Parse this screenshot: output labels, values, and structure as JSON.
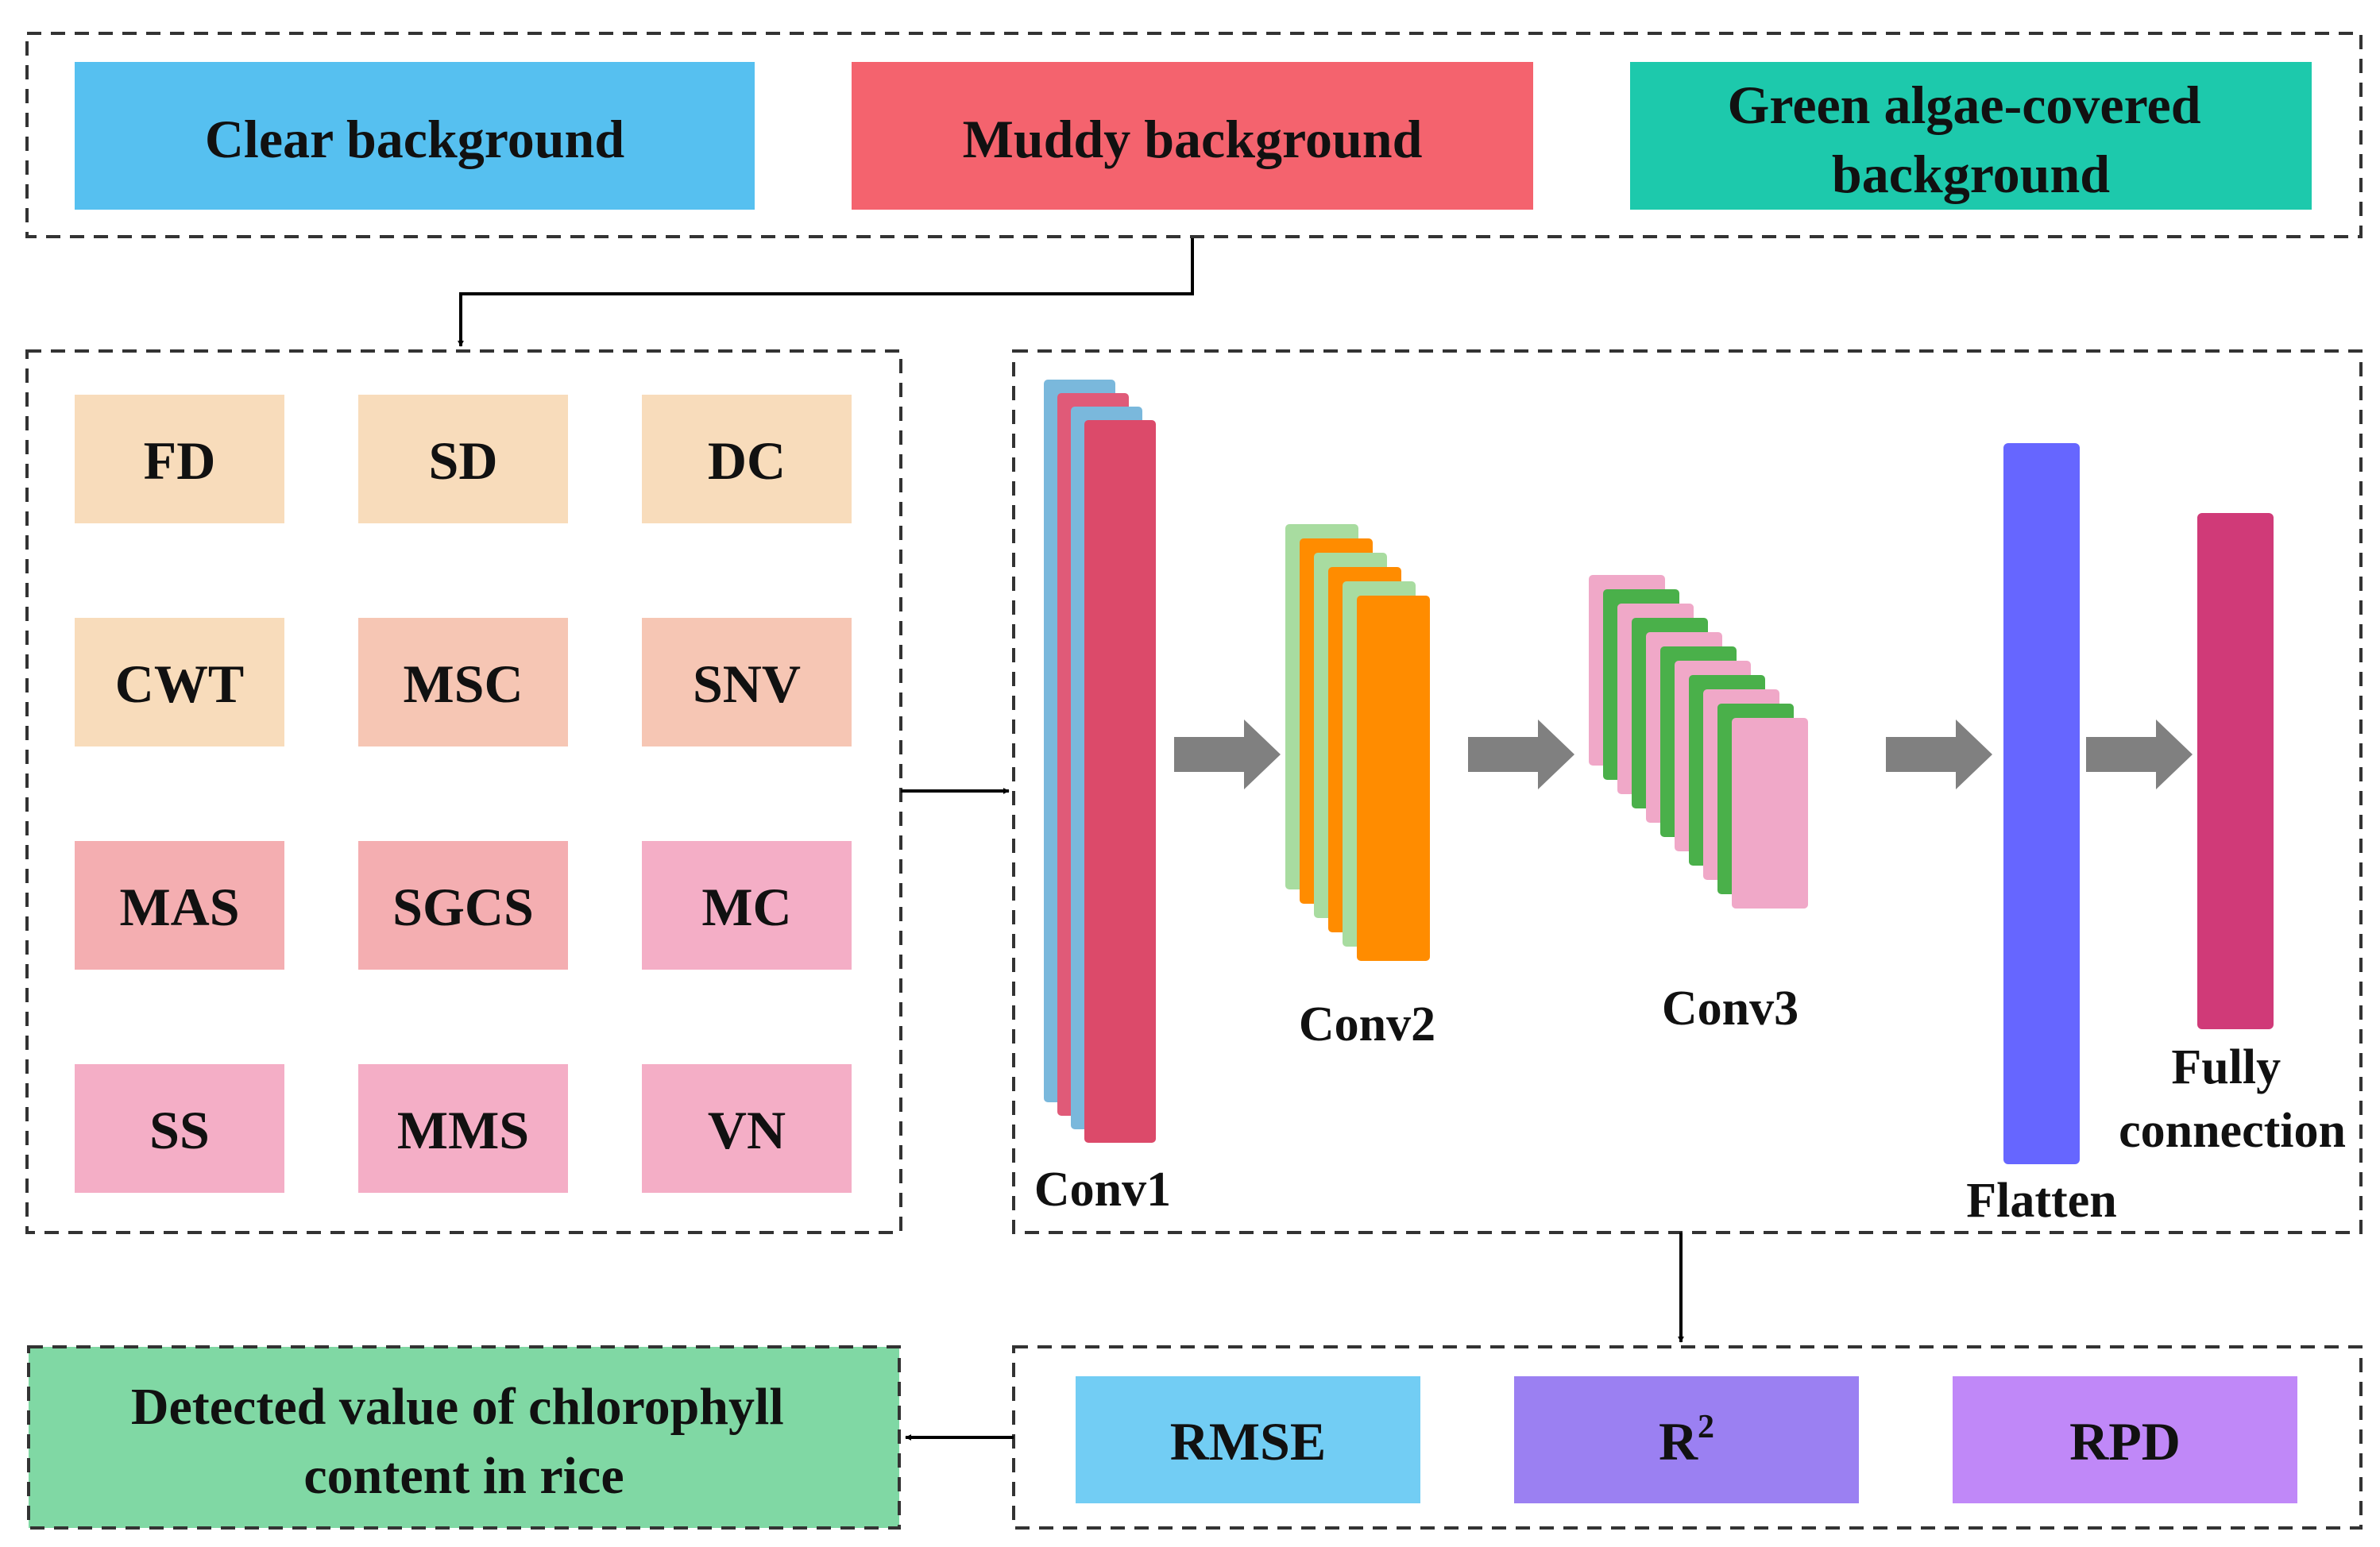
{
  "backgrounds": [
    {
      "lines": [
        "Clear background"
      ],
      "color": "#56c0f0"
    },
    {
      "lines": [
        "Muddy background"
      ],
      "color": "#f4636e"
    },
    {
      "lines": [
        "Green algae-covered",
        "background"
      ],
      "color": "#1dc9ac"
    }
  ],
  "preprocessing": [
    {
      "label": "FD",
      "color": "#f8dcbb"
    },
    {
      "label": "SD",
      "color": "#f8dcbb"
    },
    {
      "label": "DC",
      "color": "#f8dcbb"
    },
    {
      "label": "CWT",
      "color": "#f8dcbb"
    },
    {
      "label": "MSC",
      "color": "#f6c6b4"
    },
    {
      "label": "SNV",
      "color": "#f6c6b4"
    },
    {
      "label": "MAS",
      "color": "#f4aeb1"
    },
    {
      "label": "SGCS",
      "color": "#f4aeb1"
    },
    {
      "label": "MC",
      "color": "#f4aec6"
    },
    {
      "label": "SS",
      "color": "#f4aec6"
    },
    {
      "label": "MMS",
      "color": "#f4aec6"
    },
    {
      "label": "VN",
      "color": "#f4aec6"
    }
  ],
  "cnn": {
    "conv1": {
      "label": "Conv1",
      "colors": [
        "#7ab8dc",
        "#e05a78",
        "#7ab8dc",
        "#dc4a6a"
      ]
    },
    "conv2": {
      "label": "Conv2",
      "colors": [
        "#a8dca0",
        "#ff8c00"
      ]
    },
    "conv3": {
      "label": "Conv3",
      "colors": [
        "#f0a8c8",
        "#4ab04a"
      ]
    },
    "flatten": {
      "label": "Flatten",
      "color": "#6666ff"
    },
    "fully": {
      "lines": [
        "Fully",
        "connection"
      ],
      "color": "#d03a78"
    },
    "arrow_color": "#808080"
  },
  "metrics": [
    {
      "label": "RMSE",
      "color": "#72cdf4"
    },
    {
      "label": "R",
      "sup": "2",
      "color": "#9b80f2"
    },
    {
      "label": "RPD",
      "color": "#c088f8"
    }
  ],
  "result": {
    "lines": [
      "Detected value of chlorophyll",
      "content in rice"
    ],
    "color": "#80d8a4"
  }
}
